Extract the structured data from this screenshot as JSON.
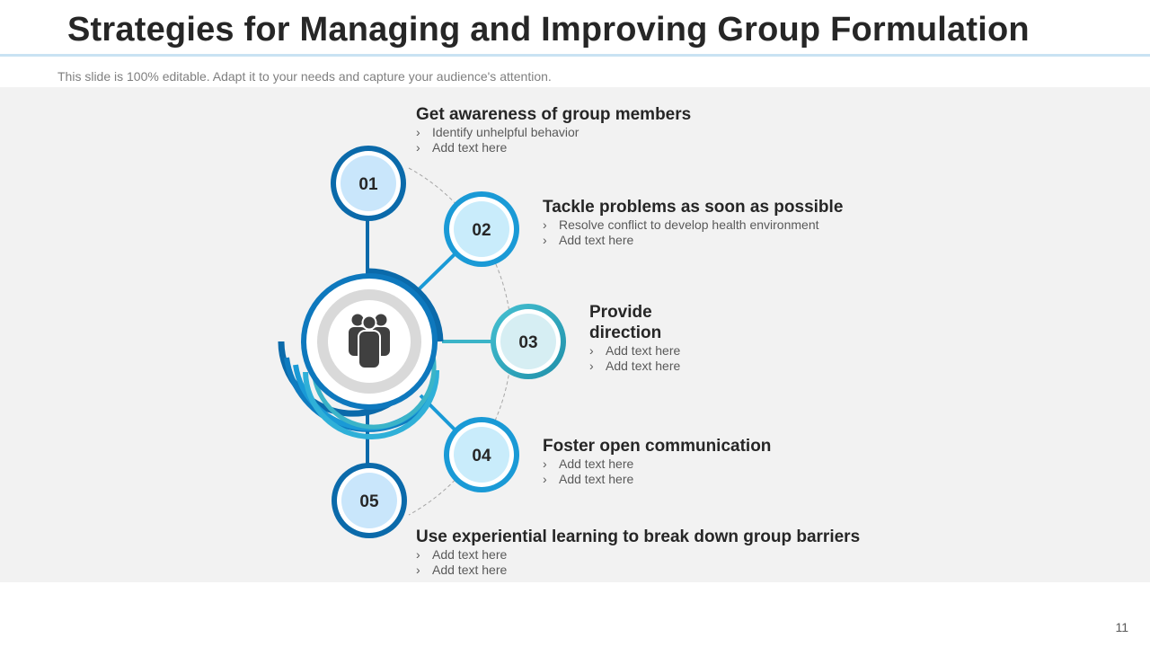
{
  "slide": {
    "title": "Strategies for Managing and Improving Group Formulation",
    "subtitle": "This slide is 100% editable. Adapt it to your needs and capture your audience's attention.",
    "page_number": "11"
  },
  "colors": {
    "panel": "#f2f2f2",
    "dark_blue": "#0b6aaa",
    "blue": "#1a9ad6",
    "teal": "#3bb4c8",
    "light_fill": "#c9e6fb",
    "dashed_arc": "#a6a6a6"
  },
  "center": {
    "icon": "group-people-icon"
  },
  "steps": [
    {
      "number": "01",
      "heading": "Get awareness of group members",
      "bullets": [
        "Identify unhelpful behavior",
        "Add text here"
      ]
    },
    {
      "number": "02",
      "heading": "Tackle problems as soon as possible",
      "bullets": [
        "Resolve conflict to develop health environment",
        "Add text here"
      ]
    },
    {
      "number": "03",
      "heading": "Provide direction",
      "bullets": [
        "Add text here",
        "Add text here"
      ]
    },
    {
      "number": "04",
      "heading": "Foster open communication",
      "bullets": [
        "Add text here",
        "Add text here"
      ]
    },
    {
      "number": "05",
      "heading": "Use experiential learning to break down group barriers",
      "bullets": [
        "Add text here",
        "Add text here"
      ]
    }
  ]
}
